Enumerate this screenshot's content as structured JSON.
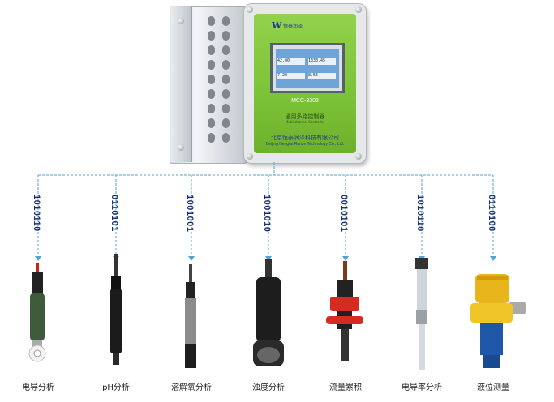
{
  "controller": {
    "brand_logo": "W",
    "brand_text": "恒泰润泽",
    "lcd": {
      "value_a": "42.00",
      "value_b": "1333.45",
      "value_c": "7.20",
      "value_d": "8.56"
    },
    "model": "MCC-3302",
    "name_cn": "通用多路控制器",
    "name_en": "Multi-channel Controller",
    "company_cn": "北京恒泰润泽科技有限公司",
    "company_en": "Beijing Hengtai Runze Technology Co., Ltd."
  },
  "channels": [
    {
      "code": "1010110",
      "label": "电导分析"
    },
    {
      "code": "0110101",
      "label": "pH分析"
    },
    {
      "code": "1001001",
      "label": "溶解氧分析"
    },
    {
      "code": "1001010",
      "label": "浊度分析"
    },
    {
      "code": "0010101",
      "label": "流量累积"
    },
    {
      "code": "1010110",
      "label": "电导率分析"
    },
    {
      "code": "0110100",
      "label": "液位测量"
    }
  ],
  "colors": {
    "panel": "#7cc236",
    "line": "#4fa3d6",
    "code": "#1d2f6f"
  }
}
